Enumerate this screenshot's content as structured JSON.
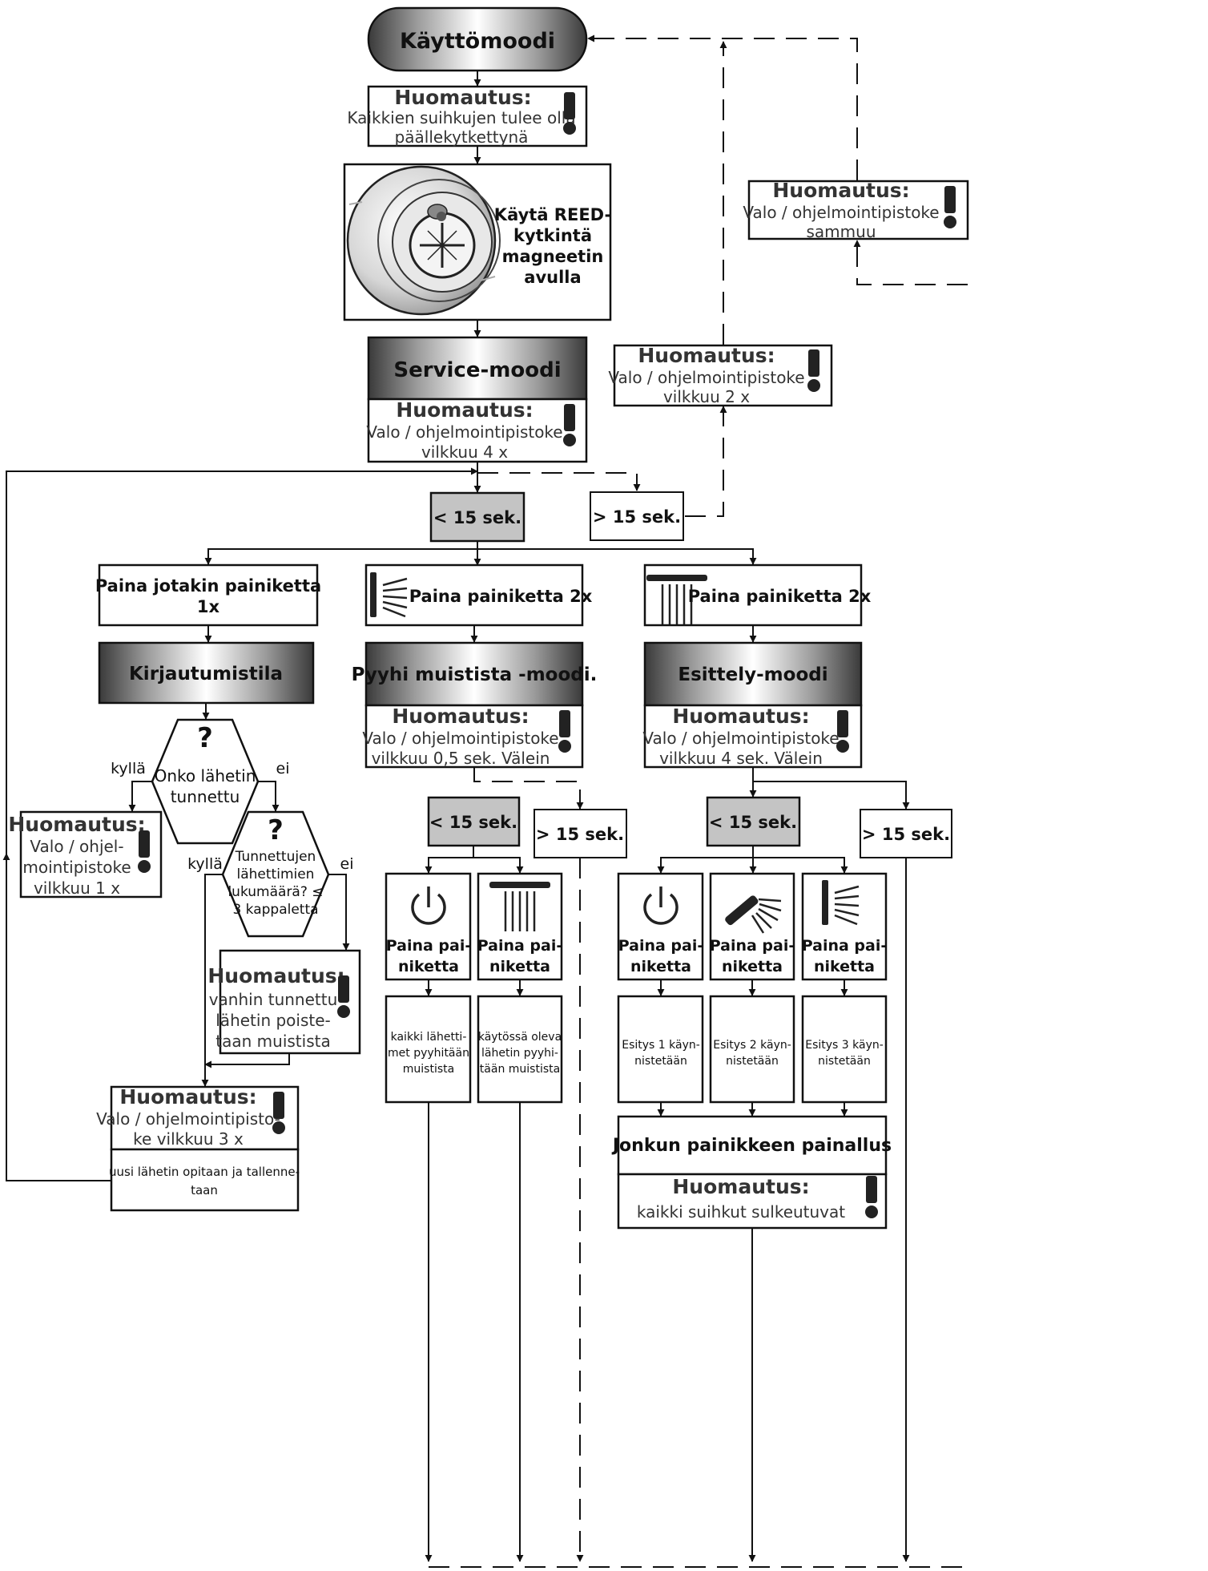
{
  "mode_operating": "Käyttömoodi",
  "note_heading": "Huomautus:",
  "note_all_showers": [
    "Kaikkien suihkujen tulee olla",
    "päällekytkettynä"
  ],
  "reed_instruction": [
    "Käytä REED-",
    "kytkintä",
    "magneetin",
    "avulla"
  ],
  "note_light_off": [
    "Valo / ohjelmointipistoke",
    "sammuu"
  ],
  "note_blink_2x": [
    "Valo / ohjelmointipistoke",
    "vilkkuu 2 x"
  ],
  "mode_service": "Service-moodi",
  "note_blink_4x": [
    "Valo / ohjelmointipistoke",
    "vilkkuu 4 x"
  ],
  "lt15": "< 15 sek.",
  "gt15": "> 15 sek.",
  "press_any_1x": [
    "Paina jotakin painiketta",
    "1x"
  ],
  "press_2x": "Paina painiketta 2x",
  "mode_login": "Kirjautumistila",
  "mode_erase": "Pyyhi muistista -moodi.",
  "mode_demo": "Esittely-moodi",
  "note_blink_05": [
    "Valo / ohjelmointipistoke",
    "vilkkuu 0,5 sek. Välein"
  ],
  "note_blink_4s": [
    "Valo / ohjelmointipistoke",
    "vilkkuu 4 sek. Välein"
  ],
  "yes": "kyllä",
  "no": "ei",
  "q_known": [
    "Onko lähetin",
    "tunnettu"
  ],
  "q_count": [
    "Tunnettujen",
    "lähettimien",
    "lukumäärä? ≤",
    "3 kappaletta"
  ],
  "note_blink_1x": [
    "Valo / ohjel-",
    "mointipistoke",
    "vilkkuu 1 x"
  ],
  "note_oldest": [
    "vanhin tunnettu",
    "lähetin poiste-",
    "taan muistista"
  ],
  "note_blink_3x": [
    "Valo / ohjelmointipisto-",
    "ke vilkkuu 3 x"
  ],
  "new_transmitter": [
    "uusi lähetin opitaan ja tallenne-",
    "taan"
  ],
  "press_button": [
    "Paina pai-",
    "niketta"
  ],
  "erase_all": [
    "kaikki lähetti-",
    "met pyyhitään",
    "muistista"
  ],
  "erase_current": [
    "käytössä oleva",
    "lähetin pyyhi-",
    "tään muistista"
  ],
  "demo1": [
    "Esitys 1 käyn-",
    "nistetään"
  ],
  "demo2": [
    "Esitys 2 käyn-",
    "nistetään"
  ],
  "demo3": [
    "Esitys 3 käyn-",
    "nistetään"
  ],
  "any_press": "Jonkun painikkeen painallus",
  "note_all_close": "kaikki suihkut sulkeutuvat",
  "colors": {
    "line": "#111111",
    "grey_box": "#c4c4c4",
    "note_text": "#333333"
  }
}
